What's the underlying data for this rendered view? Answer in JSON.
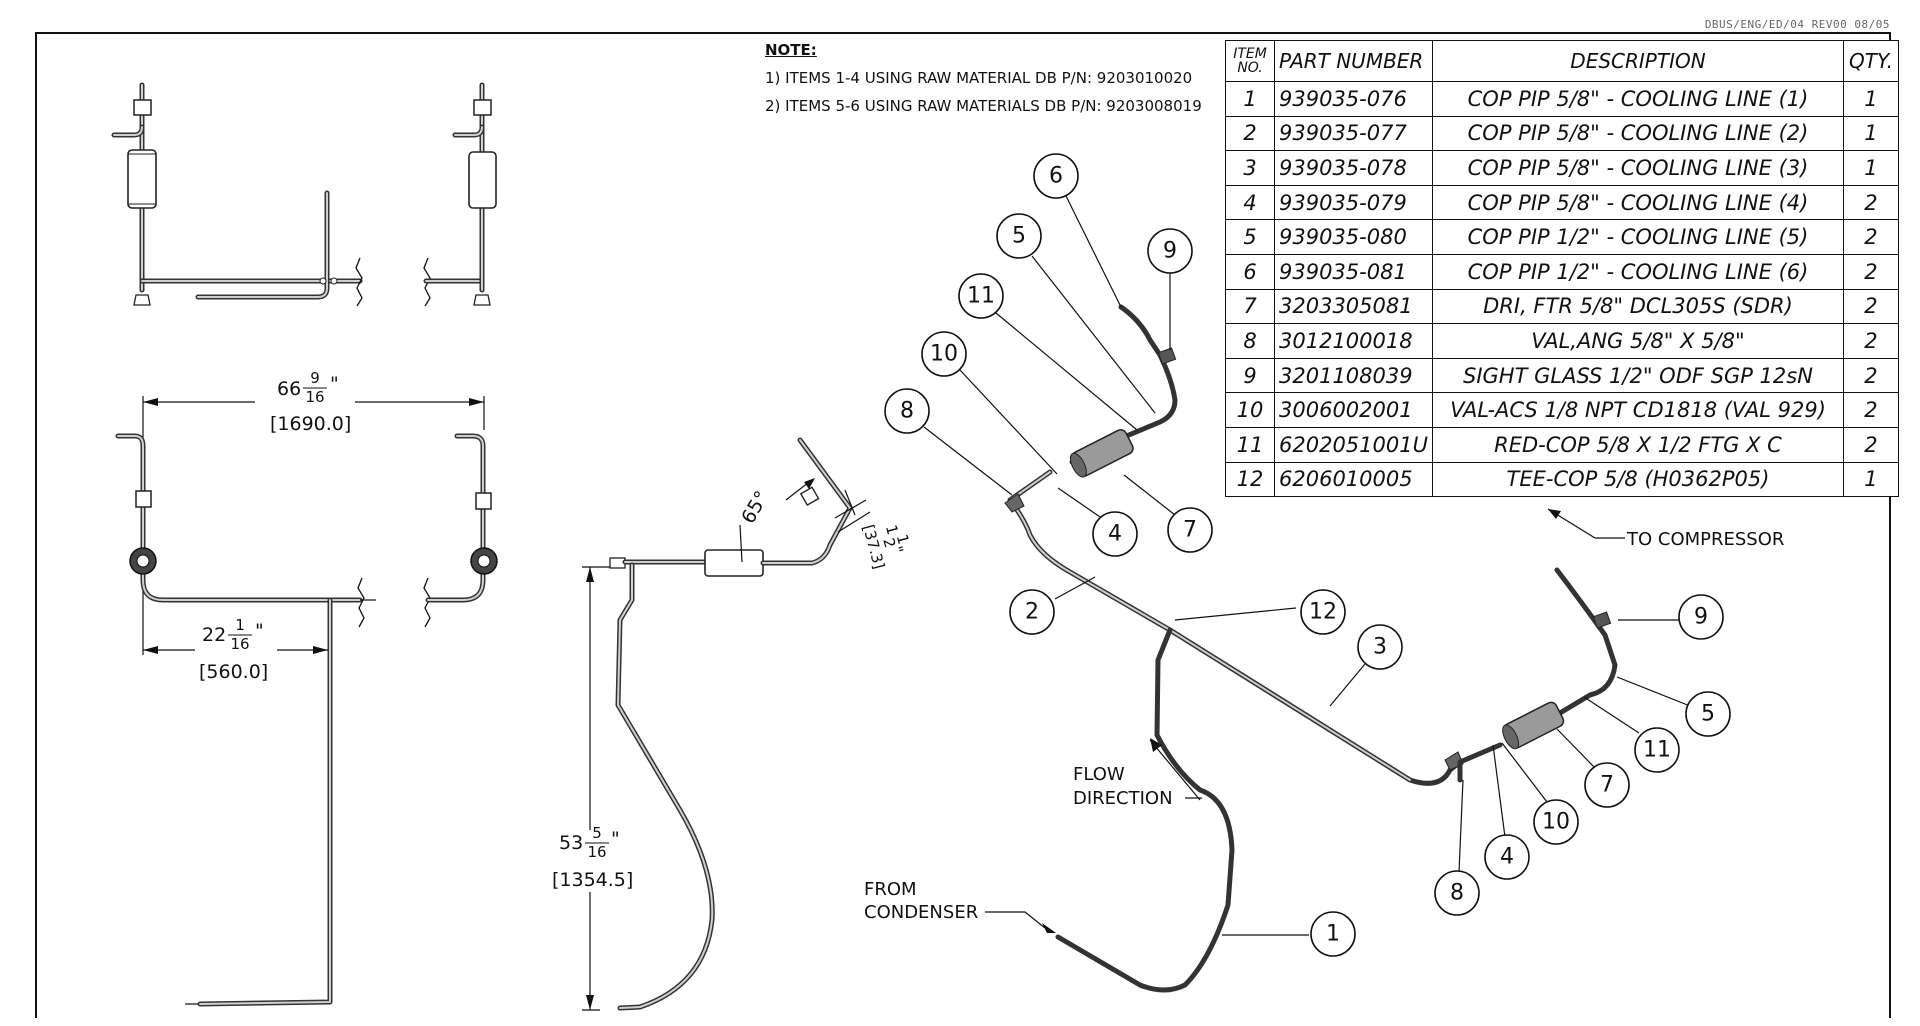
{
  "document": {
    "doc_reference": "DBUS/ENG/ED/04  REV00  08/05"
  },
  "note": {
    "heading": "NOTE:",
    "lines": [
      "1) ITEMS 1-4 USING RAW MATERIAL DB P/N: 9203010020",
      "2) ITEMS 5-6 USING RAW MATERIALS DB P/N: 9203008019"
    ]
  },
  "bom": {
    "headers": {
      "item_line1": "ITEM",
      "item_line2": "NO.",
      "part_number": "PART NUMBER",
      "description": "DESCRIPTION",
      "qty": "QTY."
    },
    "rows": [
      {
        "item": "1",
        "part_number": "939035-076",
        "description": "COP PIP 5/8\" - COOLING LINE (1)",
        "qty": "1"
      },
      {
        "item": "2",
        "part_number": "939035-077",
        "description": "COP PIP 5/8\" - COOLING LINE (2)",
        "qty": "1"
      },
      {
        "item": "3",
        "part_number": "939035-078",
        "description": "COP PIP 5/8\" - COOLING LINE (3)",
        "qty": "1"
      },
      {
        "item": "4",
        "part_number": "939035-079",
        "description": "COP PIP 5/8\" - COOLING LINE (4)",
        "qty": "2"
      },
      {
        "item": "5",
        "part_number": "939035-080",
        "description": "COP PIP 1/2\" - COOLING LINE (5)",
        "qty": "2"
      },
      {
        "item": "6",
        "part_number": "939035-081",
        "description": "COP PIP 1/2\" - COOLING LINE (6)",
        "qty": "2"
      },
      {
        "item": "7",
        "part_number": "3203305081",
        "description": "DRI, FTR 5/8\" DCL305S (SDR)",
        "qty": "2"
      },
      {
        "item": "8",
        "part_number": "3012100018",
        "description": "VAL,ANG 5/8\" X 5/8\"",
        "qty": "2"
      },
      {
        "item": "9",
        "part_number": "3201108039",
        "description": "SIGHT GLASS 1/2\" ODF SGP 12sN",
        "qty": "2"
      },
      {
        "item": "10",
        "part_number": "3006002001",
        "description": "VAL-ACS 1/8 NPT CD1818 (VAL 929)",
        "qty": "2"
      },
      {
        "item": "11",
        "part_number": "6202051001U",
        "description": "RED-COP 5/8 X 1/2 FTG X C",
        "qty": "2"
      },
      {
        "item": "12",
        "part_number": "6206010005",
        "description": "TEE-COP 5/8 (H0362P05)",
        "qty": "1"
      }
    ]
  },
  "dimensions": {
    "overall_width": {
      "whole": "66",
      "num": "9",
      "den": "16",
      "unit": "\"",
      "metric": "[1690.0]"
    },
    "offset_width": {
      "whole": "22",
      "num": "1",
      "den": "16",
      "unit": "\"",
      "metric": "[560.0]"
    },
    "height": {
      "whole": "53",
      "num": "5",
      "den": "16",
      "unit": "\"",
      "metric": "[1354.5]"
    },
    "angle": "65°",
    "short_length": {
      "whole": "1",
      "num": "1",
      "den": "2",
      "unit": "\"",
      "metric": "[37.3]"
    }
  },
  "labels": {
    "to_compressor": "TO COMPRESSOR",
    "flow_line1": "FLOW",
    "flow_line2": "DIRECTION",
    "from_line1": "FROM",
    "from_line2": "CONDENSER"
  },
  "balloons": {
    "upper": [
      "6",
      "5",
      "9",
      "11",
      "10",
      "8",
      "4",
      "7"
    ],
    "middle": [
      "2",
      "12",
      "3",
      "1"
    ],
    "lower": [
      "9",
      "5",
      "11",
      "7",
      "10",
      "4",
      "8"
    ]
  }
}
